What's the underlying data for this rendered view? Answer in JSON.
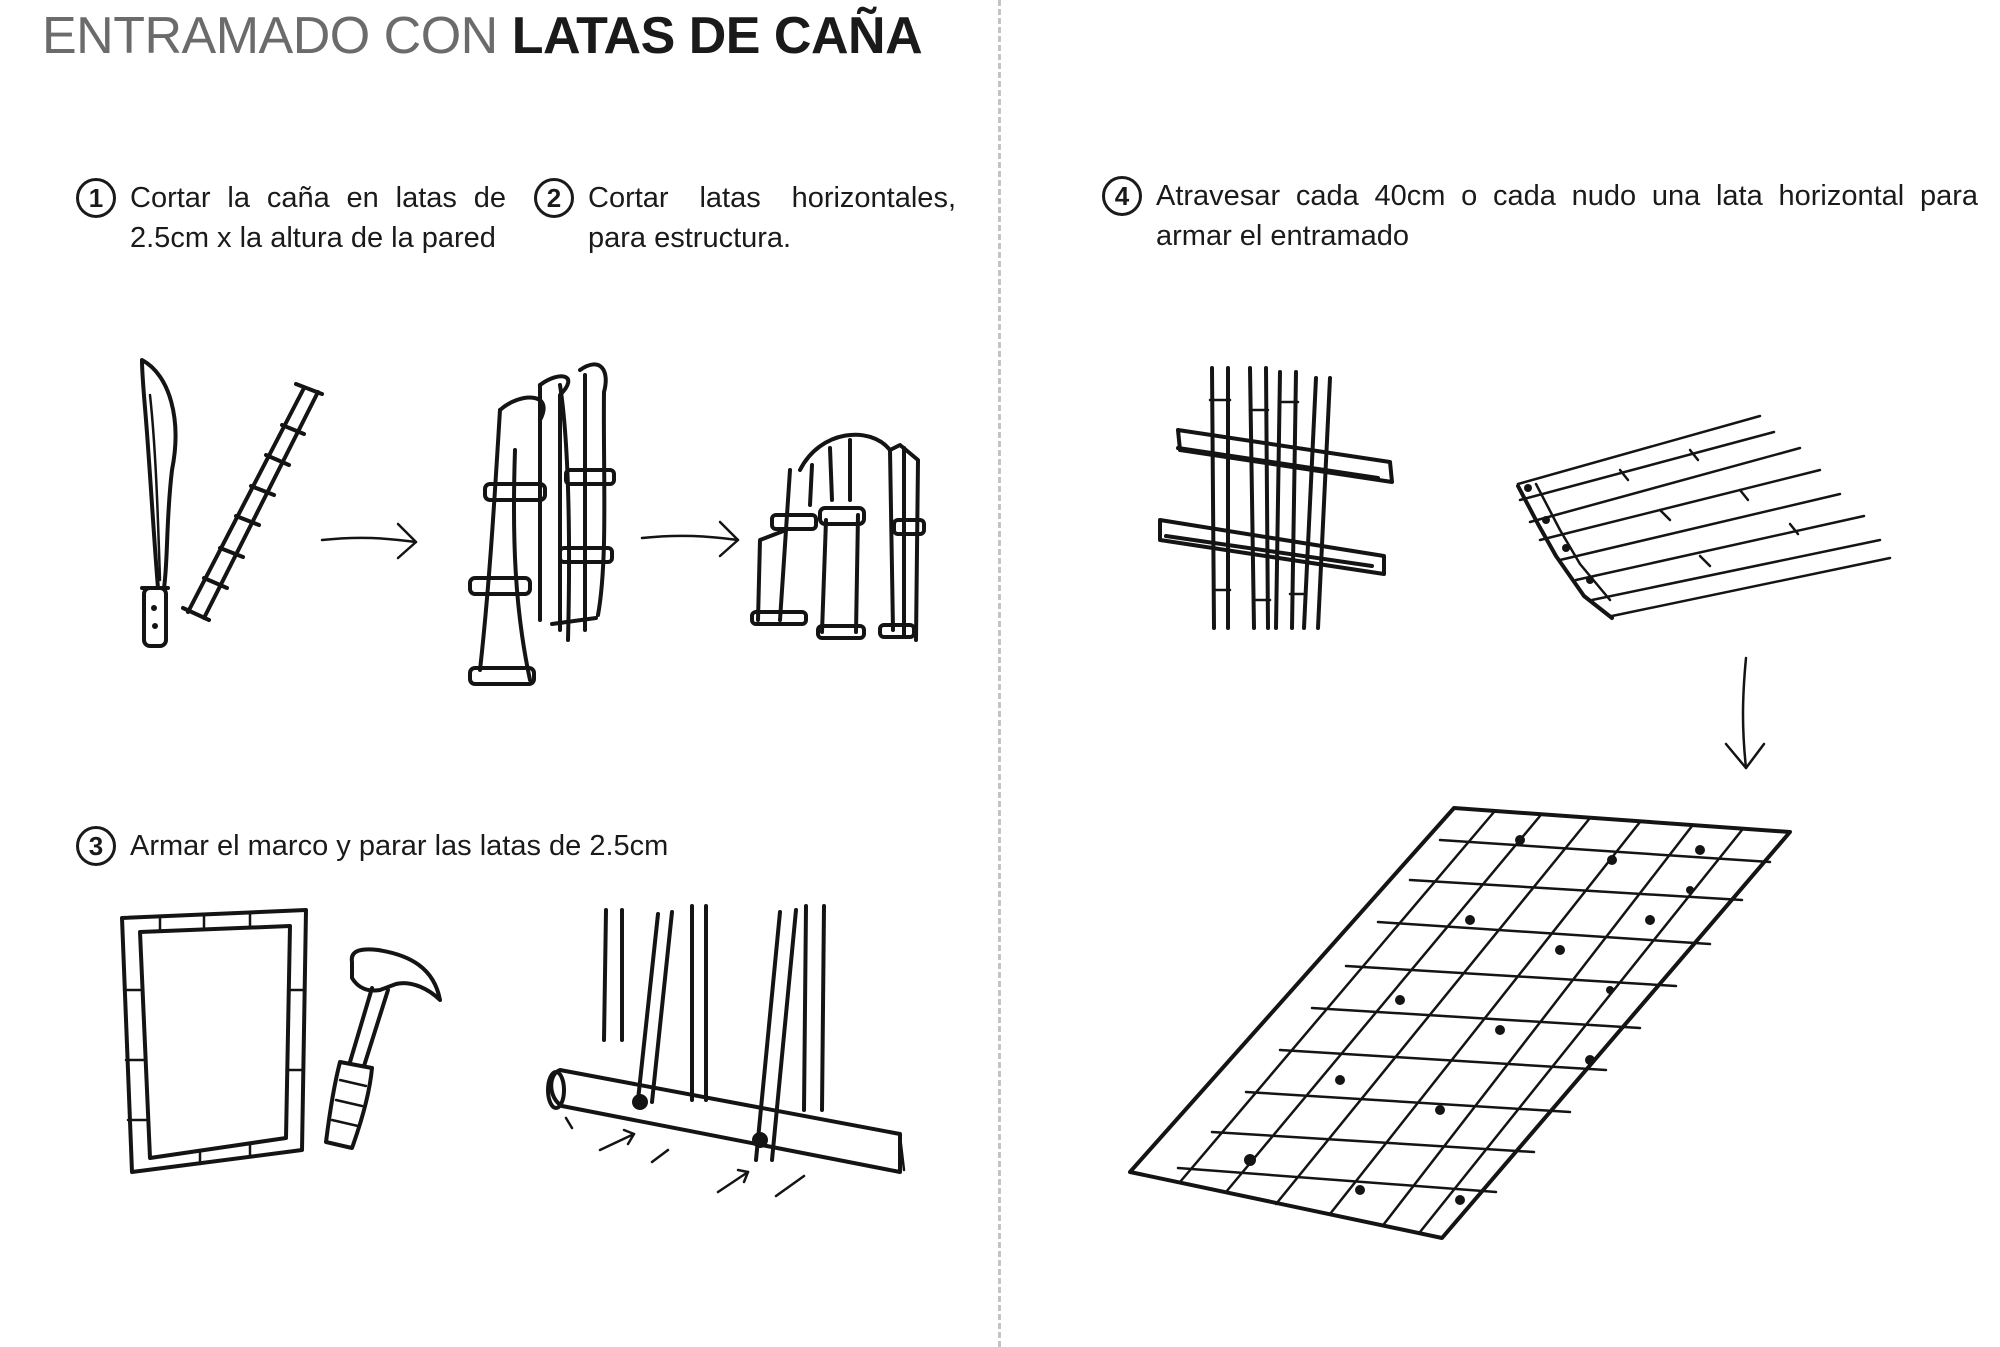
{
  "title": {
    "light": "ENTRAMADO CON ",
    "bold": "LATAS DE CAÑA"
  },
  "steps": [
    {
      "num": "1",
      "text": "Cortar la caña en latas de 2.5cm x la altura de la pared"
    },
    {
      "num": "2",
      "text": "Cortar latas horizontales, para estructura."
    },
    {
      "num": "3",
      "text": "Armar el marco y parar las latas de 2.5cm"
    },
    {
      "num": "4",
      "text": "Atravesar cada 40cm o cada nudo una lata horizontal para armar el entramado"
    }
  ],
  "icons": [
    "machete-icon",
    "cane-icon",
    "arrow-right-icon",
    "split-cane-icon",
    "cane-slats-icon",
    "frame-icon",
    "hammer-icon",
    "slats-on-frame-icon",
    "weave-start-icon",
    "weave-panel-icon",
    "arrow-down-icon",
    "woven-wall-icon"
  ]
}
